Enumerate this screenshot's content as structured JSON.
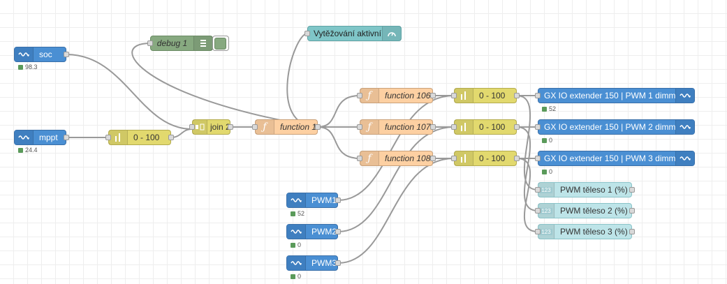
{
  "nodes": {
    "soc": {
      "label": "soc",
      "status": "98.3"
    },
    "mppt": {
      "label": "mppt",
      "status": "24.4"
    },
    "range_a": {
      "label": "0 - 100"
    },
    "join": {
      "label": "join 2"
    },
    "debug": {
      "label": "debug 1"
    },
    "function1": {
      "label": "function 1"
    },
    "gauge": {
      "label": "Vytěžování aktivní"
    },
    "function106": {
      "label": "function 106"
    },
    "function107": {
      "label": "function 107"
    },
    "function108": {
      "label": "function 108"
    },
    "range1": {
      "label": "0 - 100"
    },
    "range2": {
      "label": "0 - 100"
    },
    "range3": {
      "label": "0 - 100"
    },
    "gx1": {
      "label": "GX IO extender 150 | PWM 1 dimming",
      "status": "52"
    },
    "gx2": {
      "label": "GX IO extender 150 | PWM 2 dimming",
      "status": "0"
    },
    "gx3": {
      "label": "GX IO extender 150 | PWM 3 dimming",
      "status": "0"
    },
    "pwm1": {
      "label": "PWM1",
      "status": "52"
    },
    "pwm2": {
      "label": "PWM2",
      "status": "0"
    },
    "pwm3": {
      "label": "PWM3",
      "status": "0"
    },
    "tel1": {
      "label": "PWM těleso 1 (%)",
      "badge": "123"
    },
    "tel2": {
      "label": "PWM těleso 2 (%)",
      "badge": "123"
    },
    "tel3": {
      "label": "PWM těleso 3 (%)",
      "badge": "123"
    }
  },
  "icons": {
    "victron": "victron-wave-icon",
    "range": "range-icon",
    "function": "function-icon",
    "join": "join-icon",
    "debug": "debug-icon",
    "gauge": "gauge-icon",
    "ui_text": "ui-text-icon"
  },
  "colors": {
    "victron": "#4a8fd3",
    "range": "#e2d96e",
    "function": "#fdd0a2",
    "debug": "#87a980",
    "gauge": "#7fc6c8",
    "ui_text": "#bde4e8",
    "status_ok": "#5a9a5a"
  }
}
